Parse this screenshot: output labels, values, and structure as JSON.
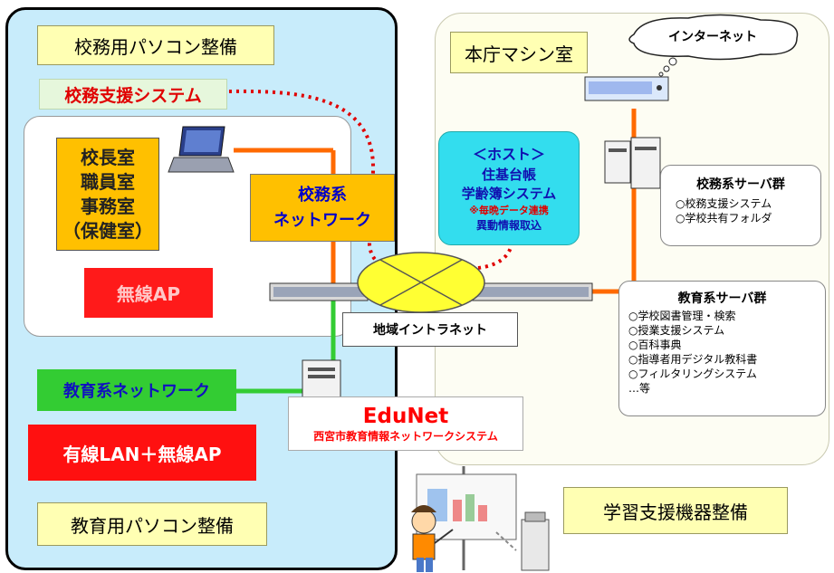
{
  "left": {
    "admin_pc_title": "校務用パソコン整備",
    "school_support_system": "校務支援システム",
    "rooms": [
      "校長室",
      "職員室",
      "事務室",
      "（保健室）"
    ],
    "wireless_ap": "無線AP",
    "school_network": [
      "校務系",
      "ネットワーク"
    ],
    "education_network": "教育系ネットワーク",
    "wired_lan": "有線LAN＋無線AP",
    "edu_pc_title": "教育用パソコン整備"
  },
  "right": {
    "machine_room": "本庁マシン室",
    "internet": "インターネット",
    "host": {
      "title": "＜ホスト＞",
      "line1": "住基台帳",
      "line2": "学齢簿システム",
      "note1": "※毎晩データ連携",
      "note2": "異動情報取込"
    },
    "school_servers": {
      "title": "校務系サーバ群",
      "items": [
        "○校務支援システム",
        "○学校共有フォルダ"
      ]
    },
    "edu_servers": {
      "title": "教育系サーバ群",
      "items": [
        "○学校図書管理・検索",
        "○授業支援システム",
        "○百科事典",
        "○指導者用デジタル教科書",
        "○フィルタリングシステム",
        "…等"
      ]
    },
    "learning_support": "学習支援機器整備"
  },
  "center": {
    "regional_intranet": "地域イントラネット",
    "edunet_title": "EduNet",
    "edunet_subtitle": "西宮市教育情報ネットワークシステム"
  },
  "colors": {
    "left_bg": "#c8ecfb",
    "orange_line": "#ff6a00",
    "green_line": "#33cc33",
    "red_dotted": "#e00000",
    "yellow_ellipse": "#ffff33"
  }
}
